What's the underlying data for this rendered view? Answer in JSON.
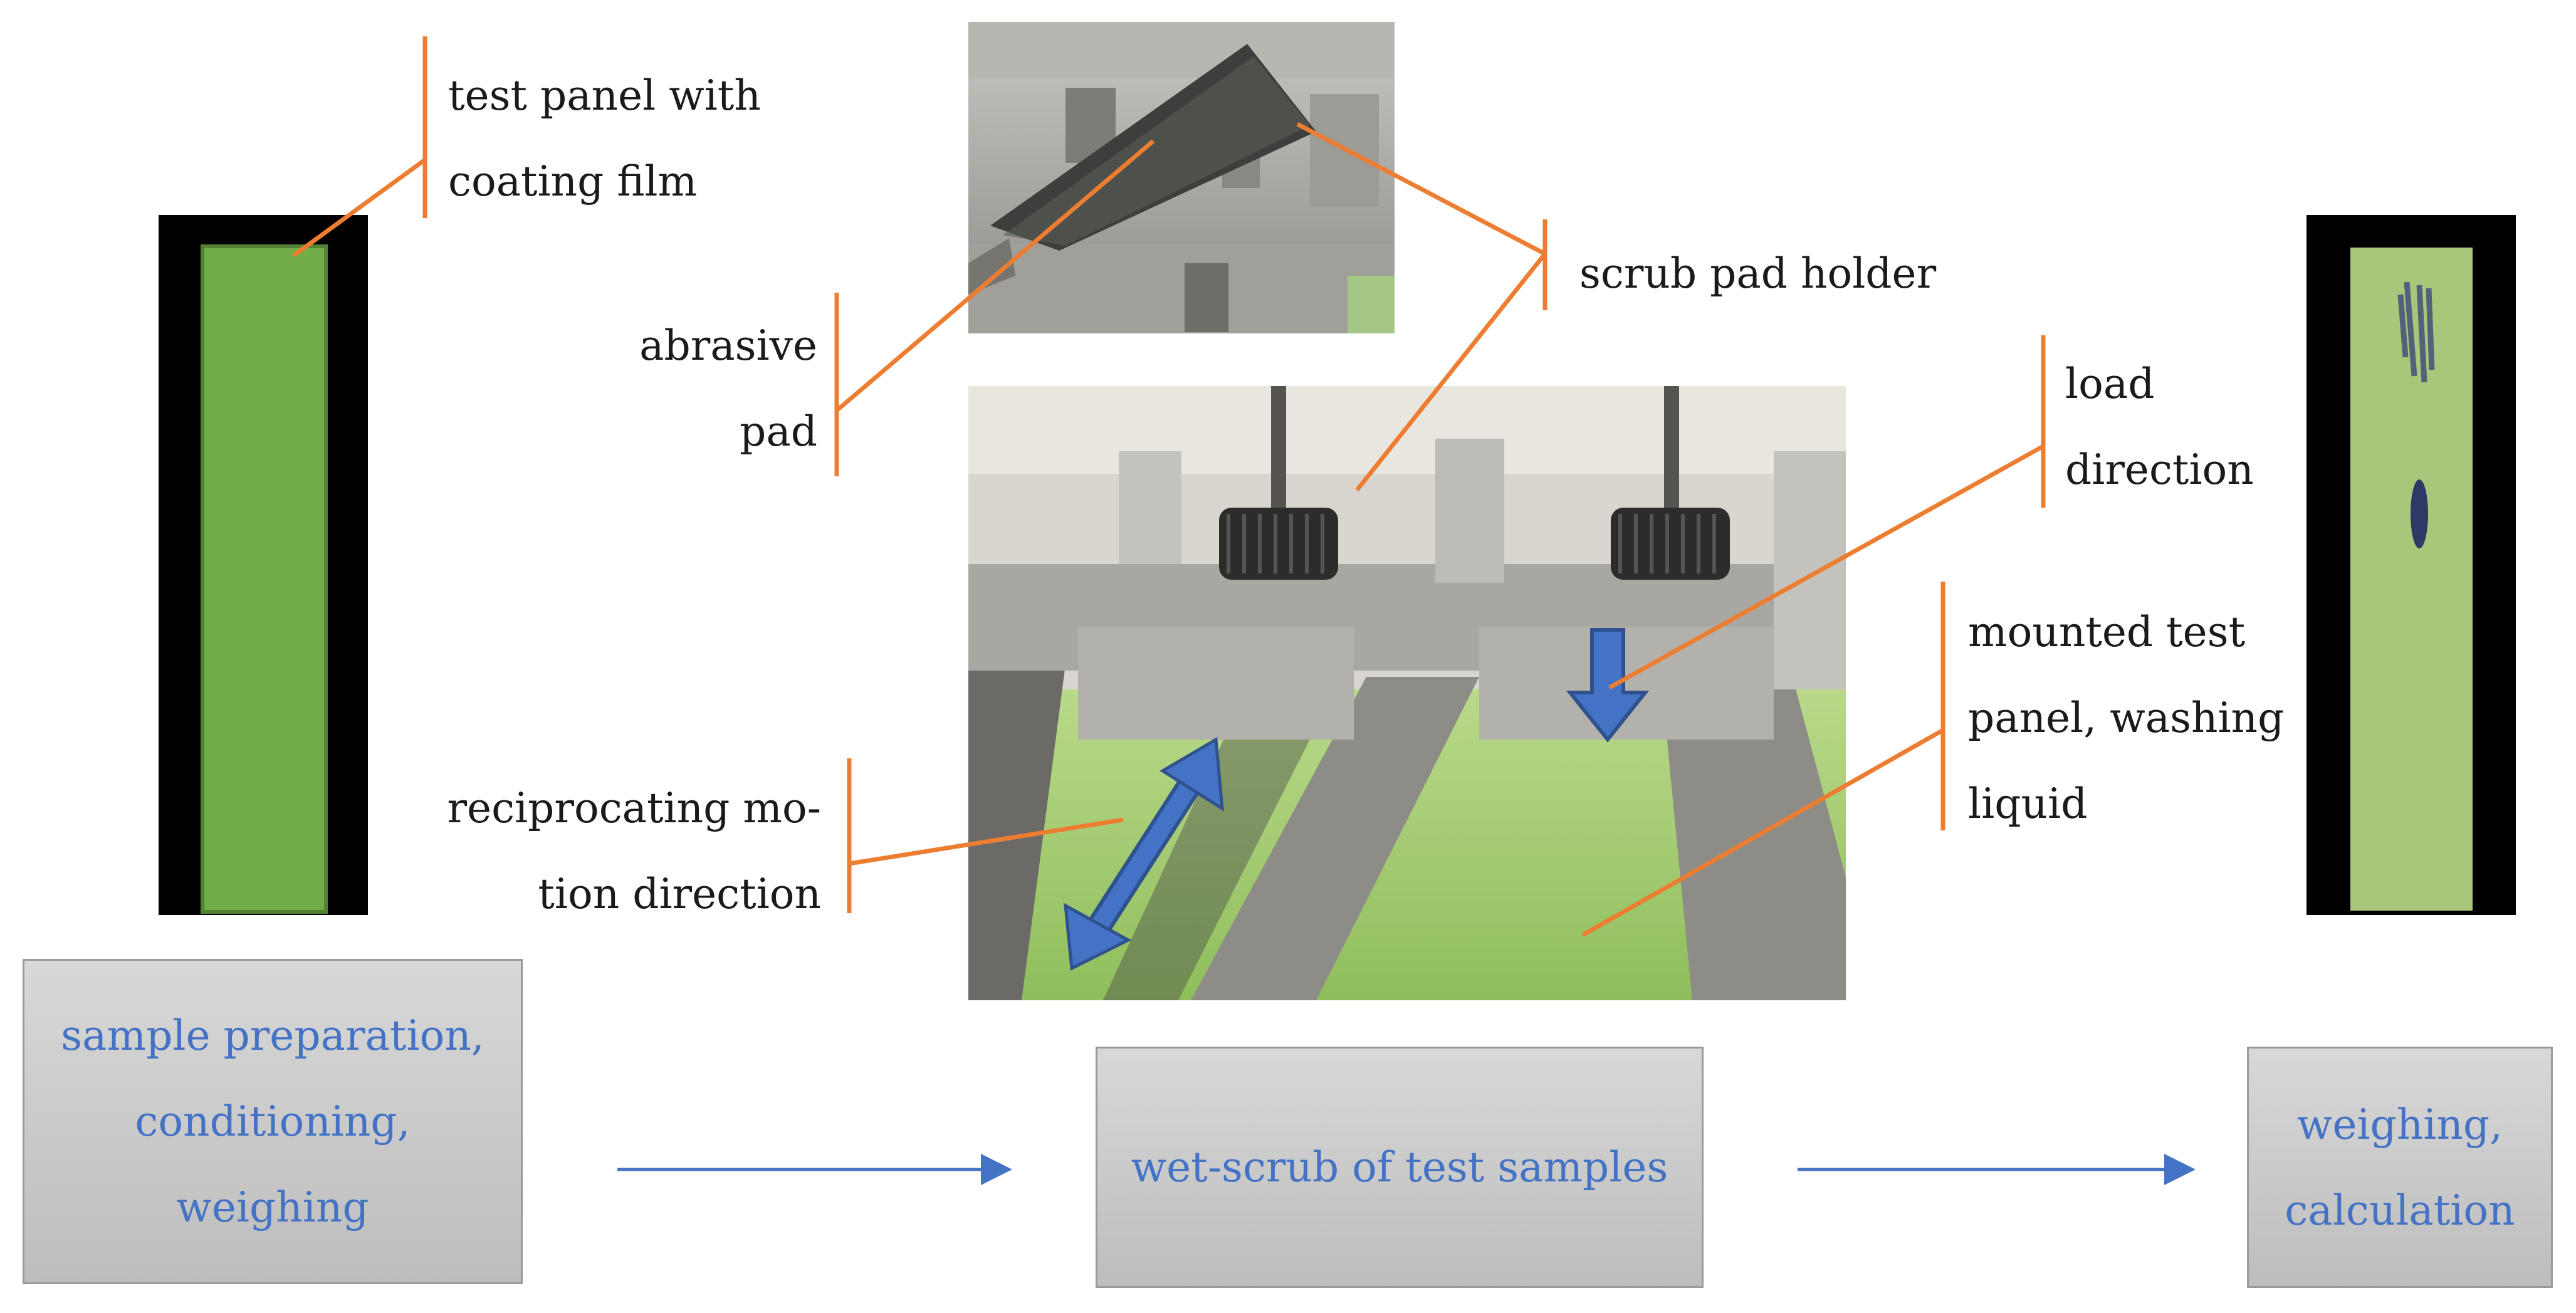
{
  "labels": {
    "test_panel": [
      "test  panel  with",
      "coating film"
    ],
    "abrasive_pad": [
      "abrasive",
      "pad"
    ],
    "scrub_pad_holder": "scrub pad holder",
    "load_direction": [
      "load",
      "direction"
    ],
    "mounted_panel": [
      "mounted test",
      "panel, washing",
      "liquid"
    ],
    "reciprocating": [
      "reciprocating mo-",
      "tion direction"
    ]
  },
  "steps": [
    {
      "lines": [
        "sample preparation,",
        "conditioning,",
        "weighing"
      ]
    },
    {
      "lines": [
        "wet-scrub of test samples"
      ]
    },
    {
      "lines": [
        "weighing,",
        "calculation"
      ]
    }
  ],
  "colors": {
    "callout": "#ed7d31",
    "arrow": "#4472c4",
    "step_text": "#4472c4",
    "panel_green": "#70ad47",
    "panel_worn": "#a9c77a",
    "panel_frame": "#000000",
    "motion_arrow": "#4472c4"
  }
}
